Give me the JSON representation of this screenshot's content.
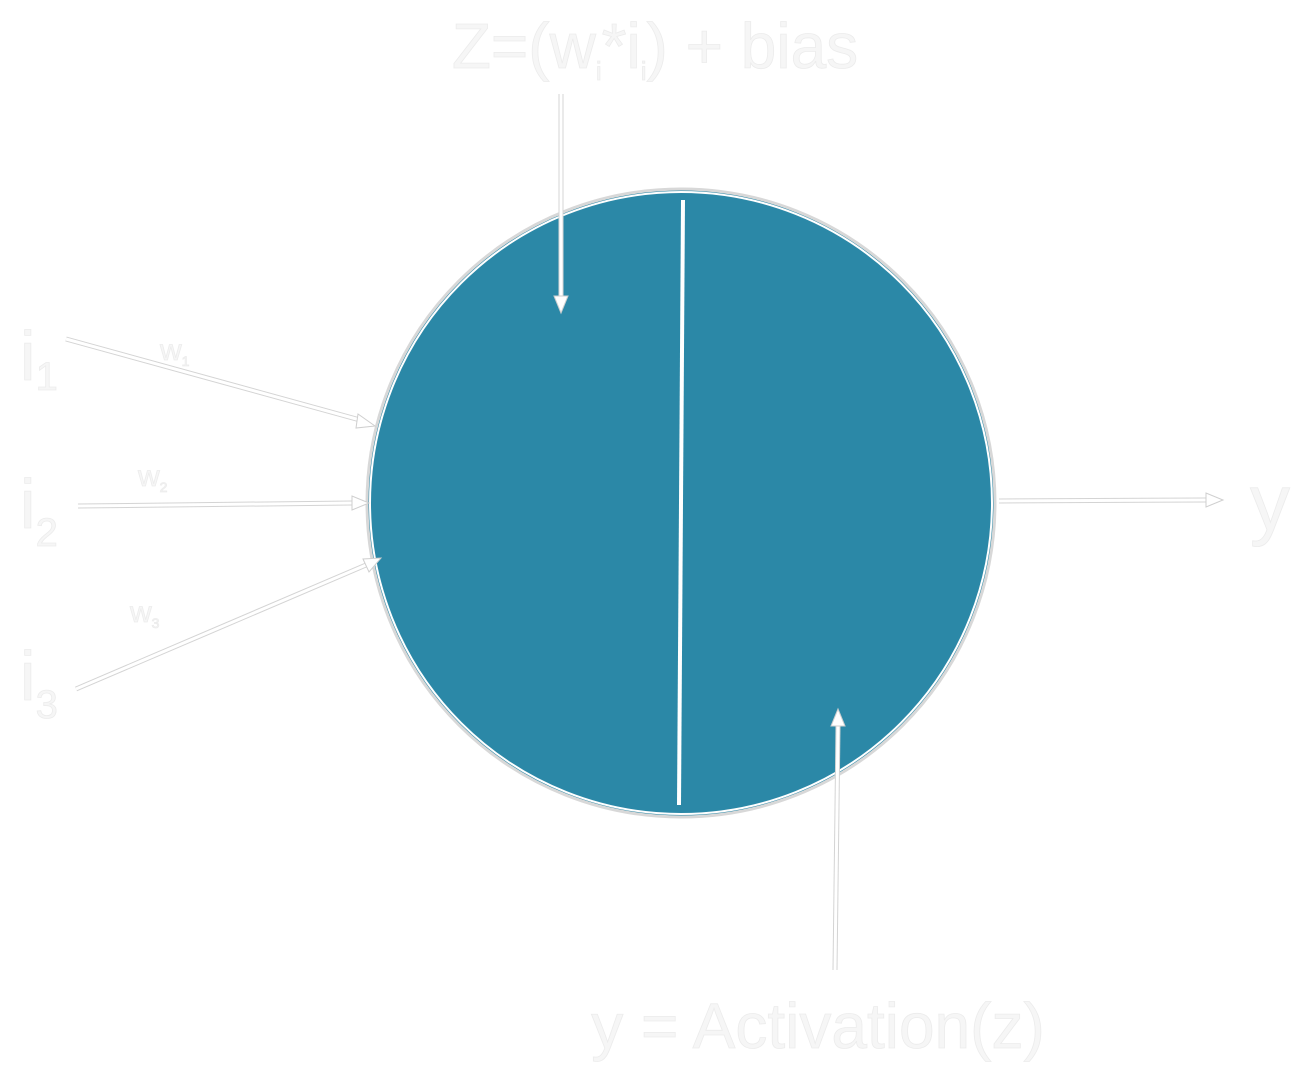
{
  "colors": {
    "neuron_fill": "#2b88a7",
    "neuron_outline": "#ffffff",
    "divider": "#ffffff",
    "arrow": "#ffffff",
    "text": "#f6f6f6"
  },
  "formula_top": {
    "prefix": "Z=(w",
    "sub1": "i",
    "mid": "*i",
    "sub2": "i",
    "suffix": ") + bias"
  },
  "formula_bottom": "y = Activation(z)",
  "inputs": [
    {
      "label": "i",
      "sub": "1",
      "weight": "w",
      "weight_sub": "1"
    },
    {
      "label": "i",
      "sub": "2",
      "weight": "w",
      "weight_sub": "2"
    },
    {
      "label": "i",
      "sub": "3",
      "weight": "w",
      "weight_sub": "3"
    }
  ],
  "output_label": "y"
}
